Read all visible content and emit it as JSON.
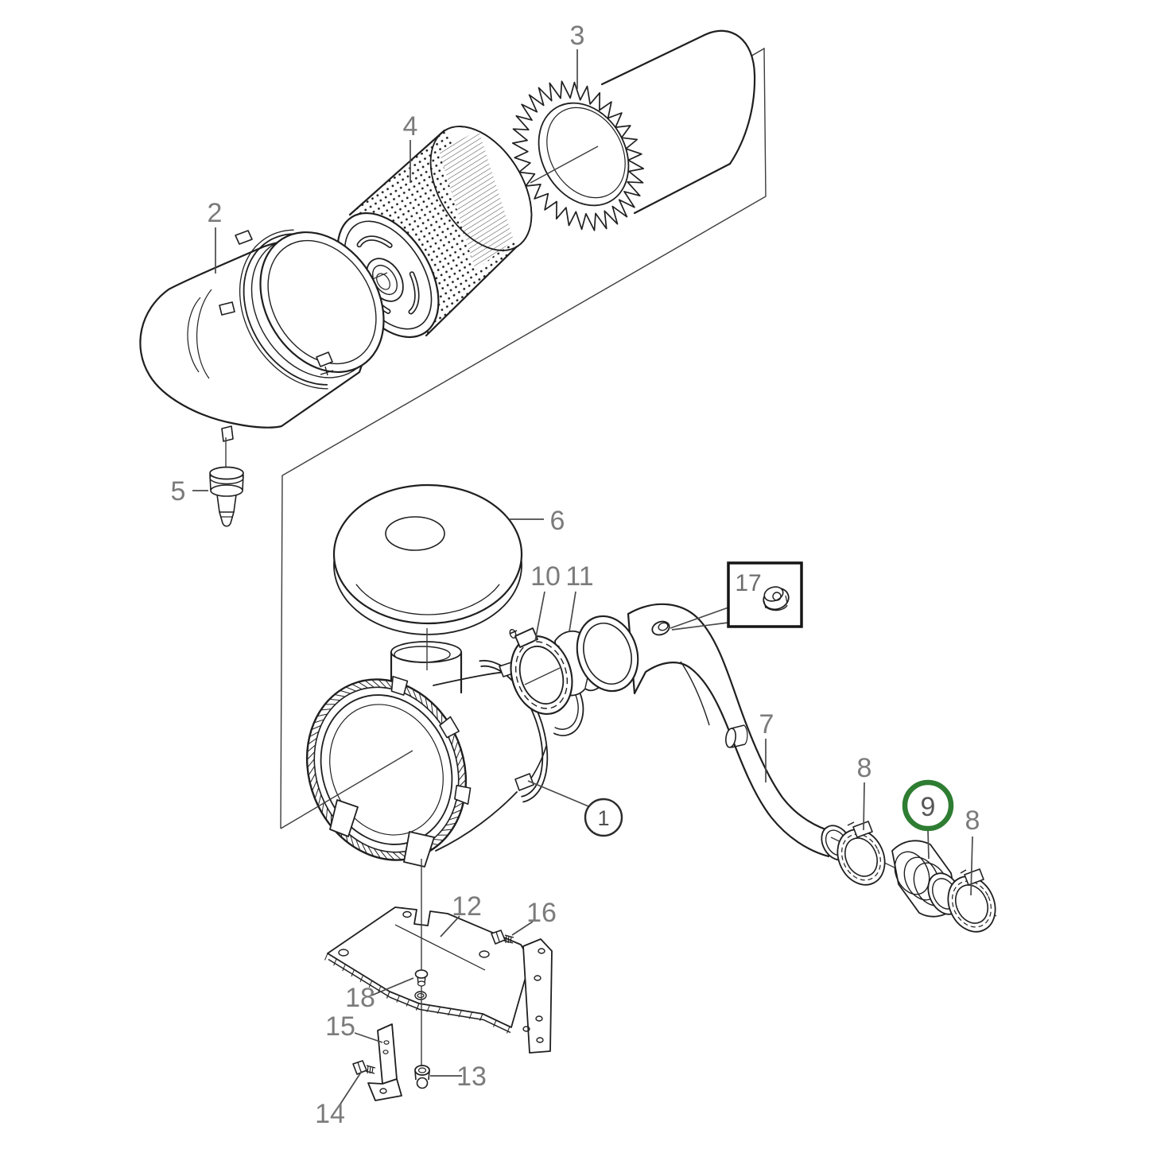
{
  "meta": {
    "kind": "exploded-parts-diagram",
    "description": "Exploded view line drawing of an air cleaner / intake assembly with numbered part callouts",
    "highlighted_callout": "9"
  },
  "colors": {
    "background": "#ffffff",
    "line": "#1f1f1f",
    "label": "#7b7b7b",
    "leader": "#4a4a4a",
    "highlight_ring": "#2e7d32",
    "detail_box_border": "#151515"
  },
  "labels": [
    {
      "part": "2",
      "text": "2",
      "style": "plain"
    },
    {
      "part": "4",
      "text": "4",
      "style": "plain"
    },
    {
      "part": "3",
      "text": "3",
      "style": "plain"
    },
    {
      "part": "5",
      "text": "5",
      "style": "plain"
    },
    {
      "part": "6",
      "text": "6",
      "style": "plain"
    },
    {
      "part": "10",
      "text": "10",
      "style": "plain"
    },
    {
      "part": "11",
      "text": "11",
      "style": "plain"
    },
    {
      "part": "17",
      "text": "17",
      "style": "boxed"
    },
    {
      "part": "7",
      "text": "7",
      "style": "plain"
    },
    {
      "part": "8",
      "text": "8",
      "style": "plain"
    },
    {
      "part": "9",
      "text": "9",
      "style": "green-circled"
    },
    {
      "part": "8",
      "text": "8",
      "style": "plain"
    },
    {
      "part": "1",
      "text": "1",
      "style": "circled"
    },
    {
      "part": "12",
      "text": "12",
      "style": "plain"
    },
    {
      "part": "16",
      "text": "16",
      "style": "plain"
    },
    {
      "part": "18",
      "text": "18",
      "style": "plain"
    },
    {
      "part": "15",
      "text": "15",
      "style": "plain"
    },
    {
      "part": "13",
      "text": "13",
      "style": "plain"
    },
    {
      "part": "14",
      "text": "14",
      "style": "plain"
    }
  ]
}
